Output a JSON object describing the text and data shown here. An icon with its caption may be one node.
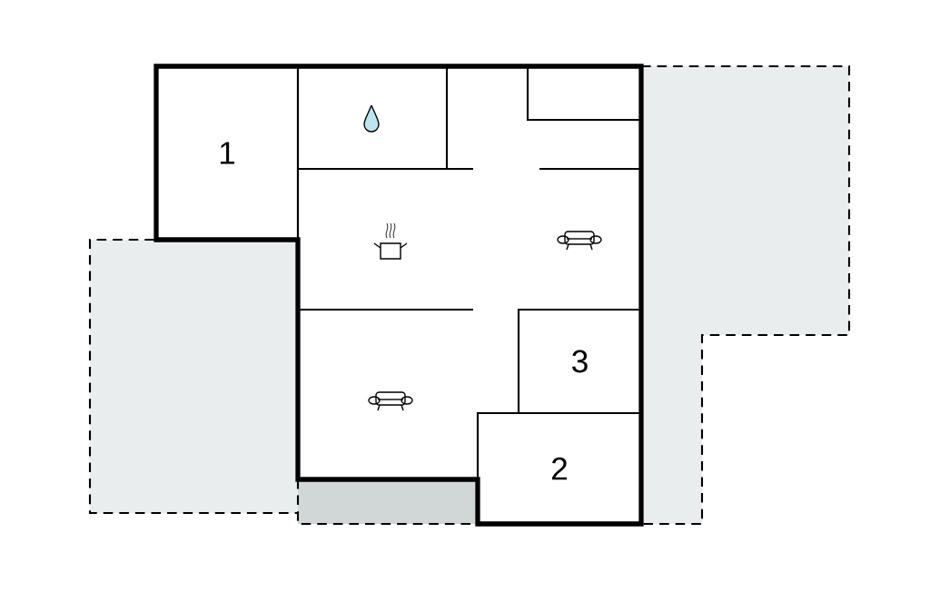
{
  "diagram": {
    "nodes": [
      {
        "text": [
          "1"
        ]
      },
      {
        "text": [
          "3"
        ]
      },
      {
        "text": [
          "2"
        ]
      }
    ]
  }
}
